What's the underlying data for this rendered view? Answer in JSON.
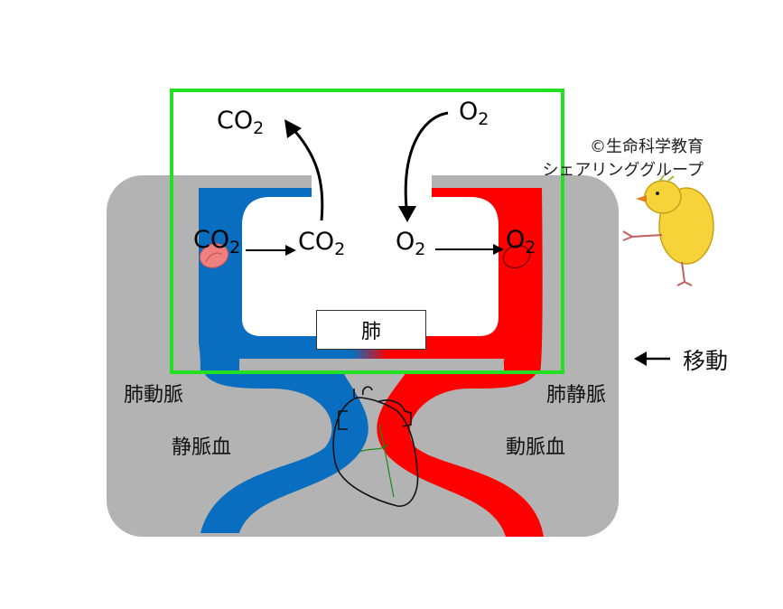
{
  "credit": {
    "line1": "©生命科学教育",
    "line2": "シェアリンググループ"
  },
  "molecules": {
    "co2_top": "CO",
    "co2_top_sub": "2",
    "o2_top": "O",
    "o2_top_sub": "2",
    "co2_left": "CO",
    "co2_left_sub": "2",
    "co2_mid": "CO",
    "co2_mid_sub": "2",
    "o2_mid": "O",
    "o2_mid_sub": "2",
    "o2_right": "O",
    "o2_right_sub": "2"
  },
  "labels": {
    "lung": "肺",
    "pulmonary_artery": "肺動脈",
    "pulmonary_vein": "肺静脈",
    "venous_blood": "静脈血",
    "arterial_blood": "動脈血",
    "move": "移動"
  },
  "colors": {
    "background_panel": "#b3b3b3",
    "venous": "#0a6ec0",
    "arterial": "#ff0000",
    "focus_frame": "#22e022",
    "rbc": "#f08080"
  }
}
